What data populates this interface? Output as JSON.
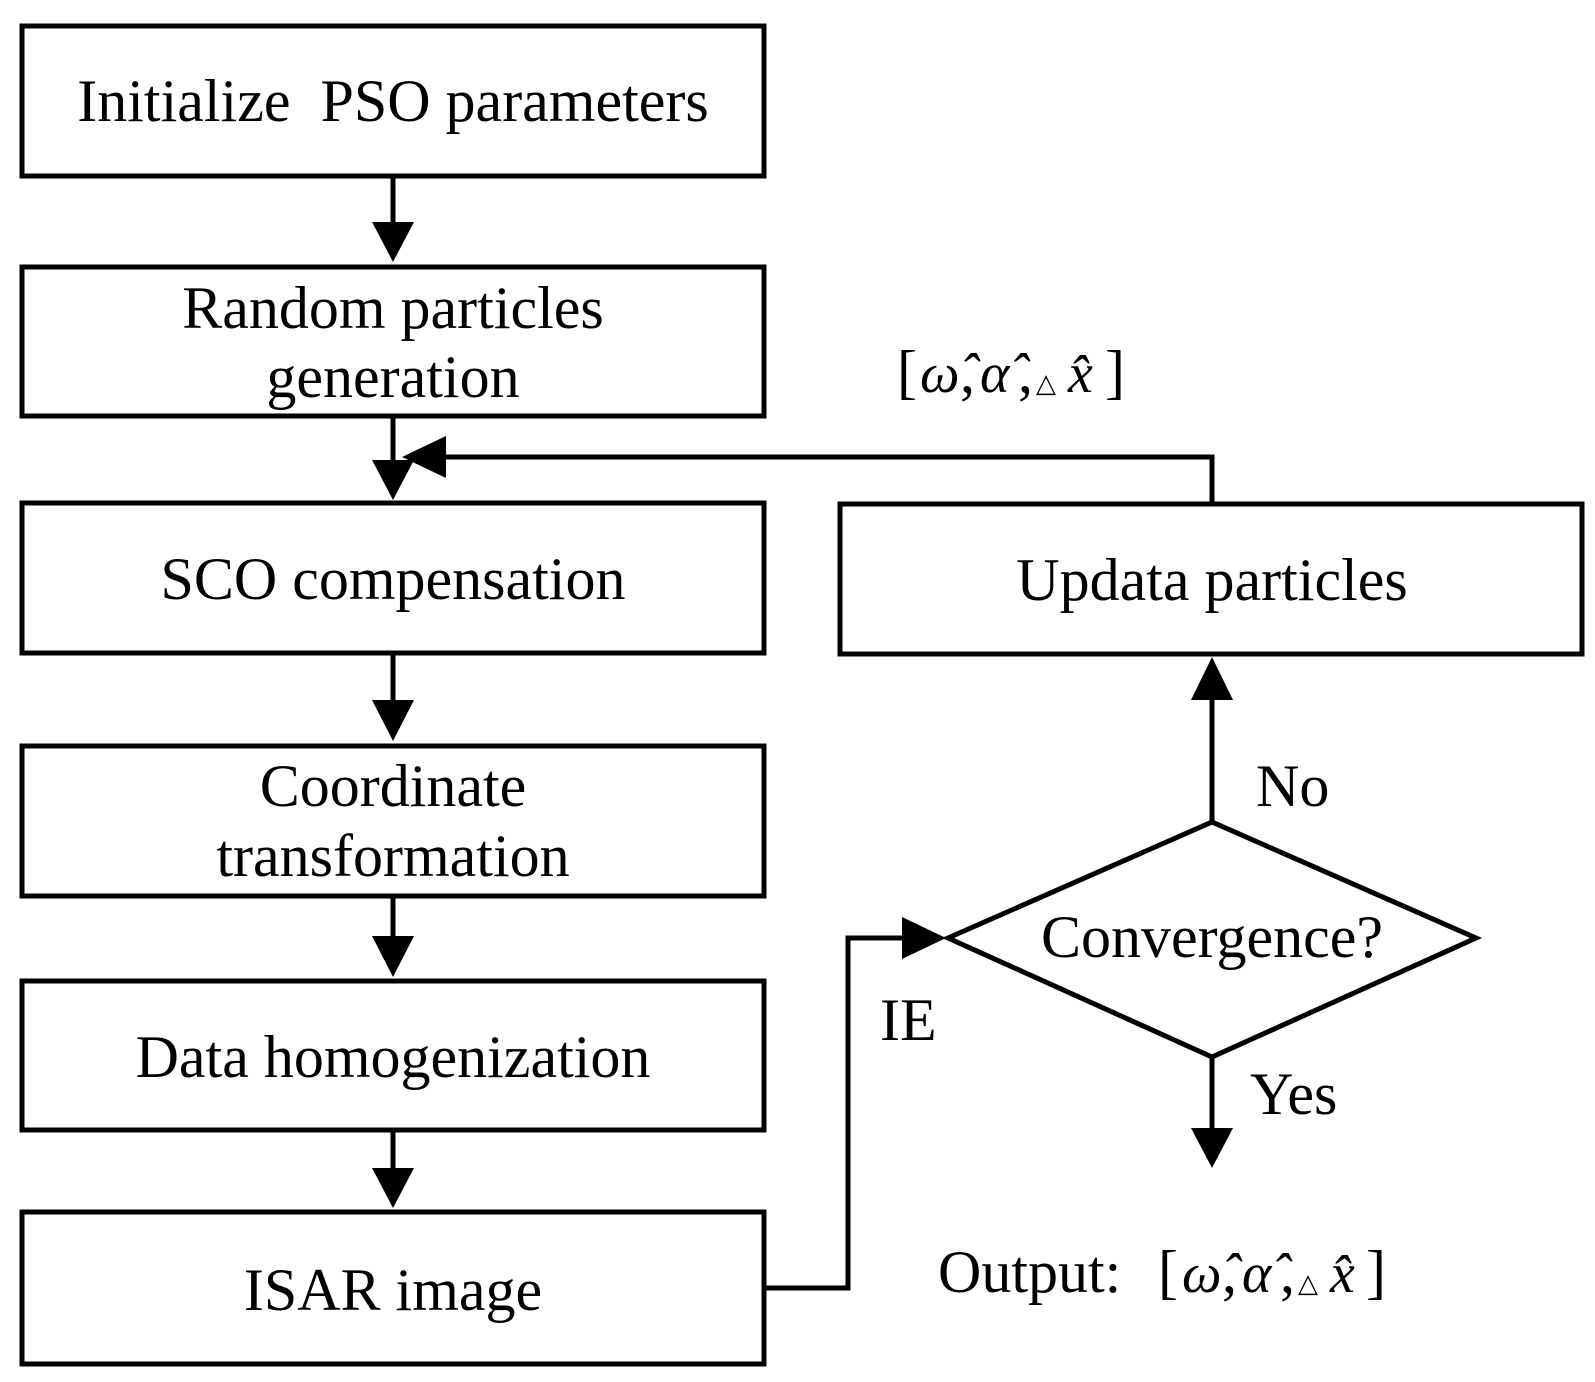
{
  "flowchart": {
    "init": "Initialize  PSO parameters",
    "random_line1": "Random particles",
    "random_line2": "generation",
    "sco": "SCO compensation",
    "coord_line1": "Coordinate",
    "coord_line2": "transformation",
    "homog": "Data homogenization",
    "isar": "ISAR image",
    "update": "Updata particles",
    "convergence": "Convergence?"
  },
  "edge_labels": {
    "ie": "IE",
    "no": "No",
    "yes": "Yes"
  },
  "params": {
    "open_bracket": "[",
    "omega": "ω̂",
    "comma1": ",",
    "alpha": "α̂",
    "comma2": ",",
    "delta": "△",
    "x": "x̂",
    "close_bracket": "]"
  },
  "output": {
    "label": "Output:"
  }
}
